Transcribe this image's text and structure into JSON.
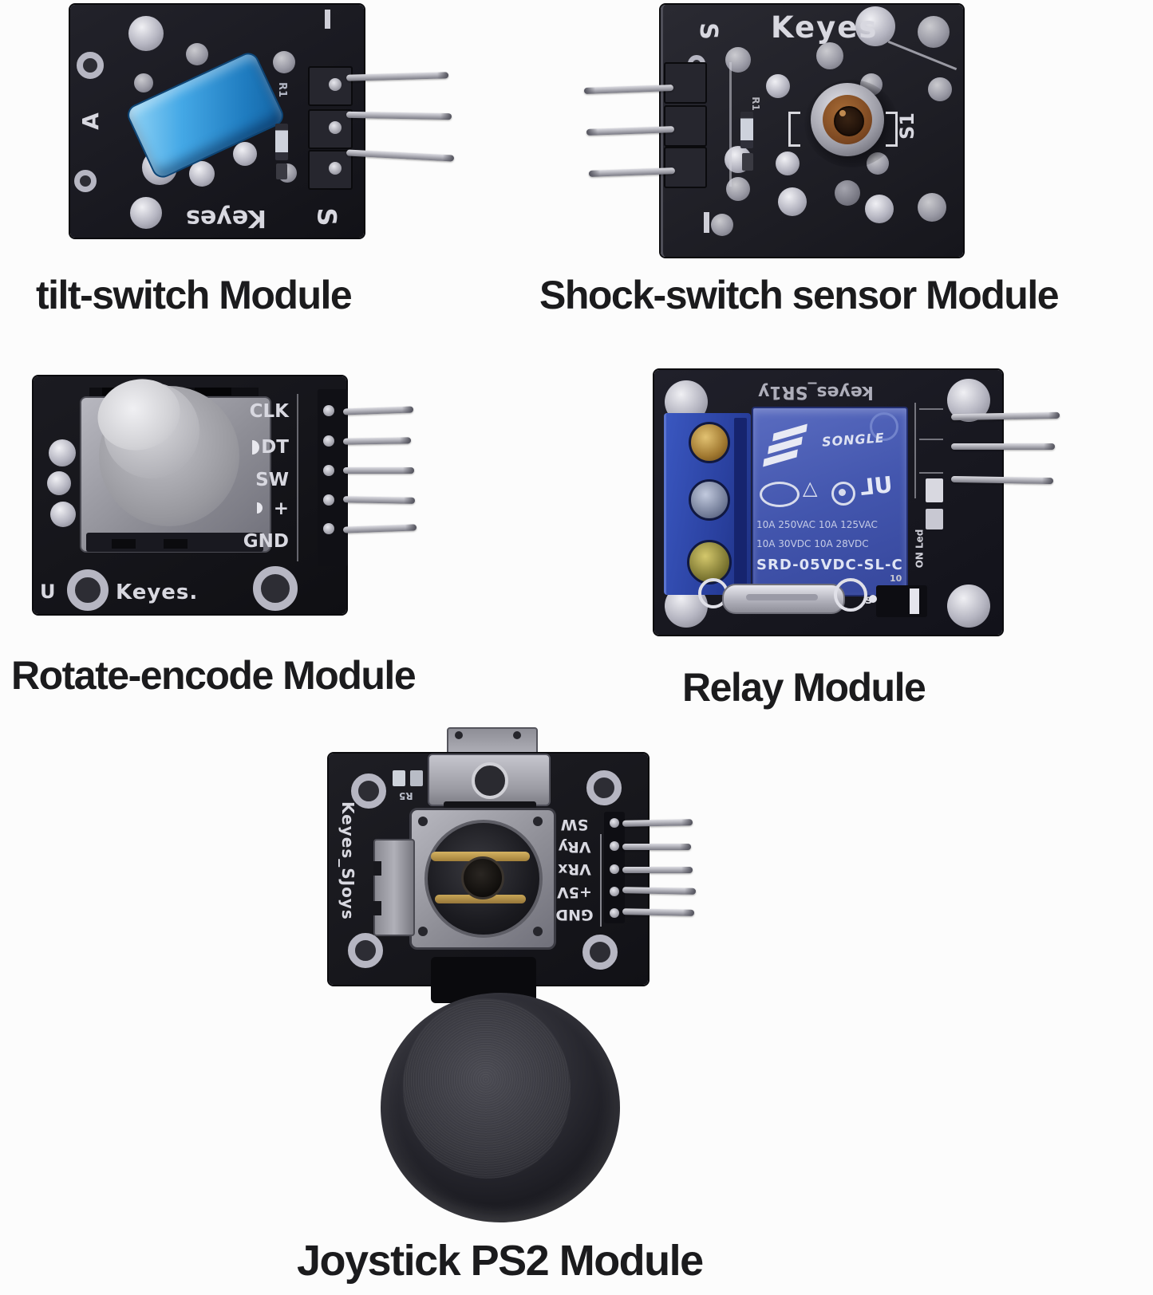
{
  "image_kind": "sensor-kit-product-photo",
  "background": "#fcfcfc",
  "colors": {
    "pcb_black": "#1b1b20",
    "switch_blue": "#2e8fd4",
    "relay_blue": "#4356ae",
    "terminal_blue": "#2a41a0",
    "pin_silver": "#b8b8c2",
    "sensor_copper": "#8a5428",
    "caption_text": "#1b1b1d"
  },
  "modules": [
    {
      "name": "tilt-switch",
      "caption": "tilt-switch Module",
      "silk": {
        "a": "A",
        "brand": "Keyes",
        "s": "S",
        "r1": "R1"
      },
      "pin_count": 3
    },
    {
      "name": "shock-switch",
      "caption": "Shock-switch sensor Module",
      "silk": {
        "s": "S",
        "brand": "Keyes",
        "s1": "S1",
        "r1": "R1"
      },
      "pin_count": 3
    },
    {
      "name": "rotate-encoder",
      "caption": "Rotate-encode Module",
      "silk": {
        "u": "U",
        "brand": "Keyes."
      },
      "pin_labels": [
        "CLK",
        "DT",
        "SW",
        "+",
        "GND"
      ],
      "pin_count": 5
    },
    {
      "name": "relay",
      "caption": "Relay Module",
      "silk": {
        "top": "keyes_SR1y",
        "on_led": "ON Led",
        "fuse_s": "s",
        "diode": "10"
      },
      "relay_markings": {
        "brand": "SONGLE",
        "ul": "UL",
        "line1": "10A 250VAC   10A 125VAC",
        "line2": "10A 30VDC    10A 28VDC",
        "part": "SRD-05VDC-SL-C"
      },
      "pin_count": 3
    },
    {
      "name": "joystick",
      "caption": "Joystick PS2 Module",
      "silk": {
        "side": "Keyes_SJoys",
        "r5": "R5"
      },
      "pin_labels": [
        "SW",
        "VRy",
        "VRx",
        "+5V",
        "GND"
      ],
      "pin_count": 5
    }
  ]
}
